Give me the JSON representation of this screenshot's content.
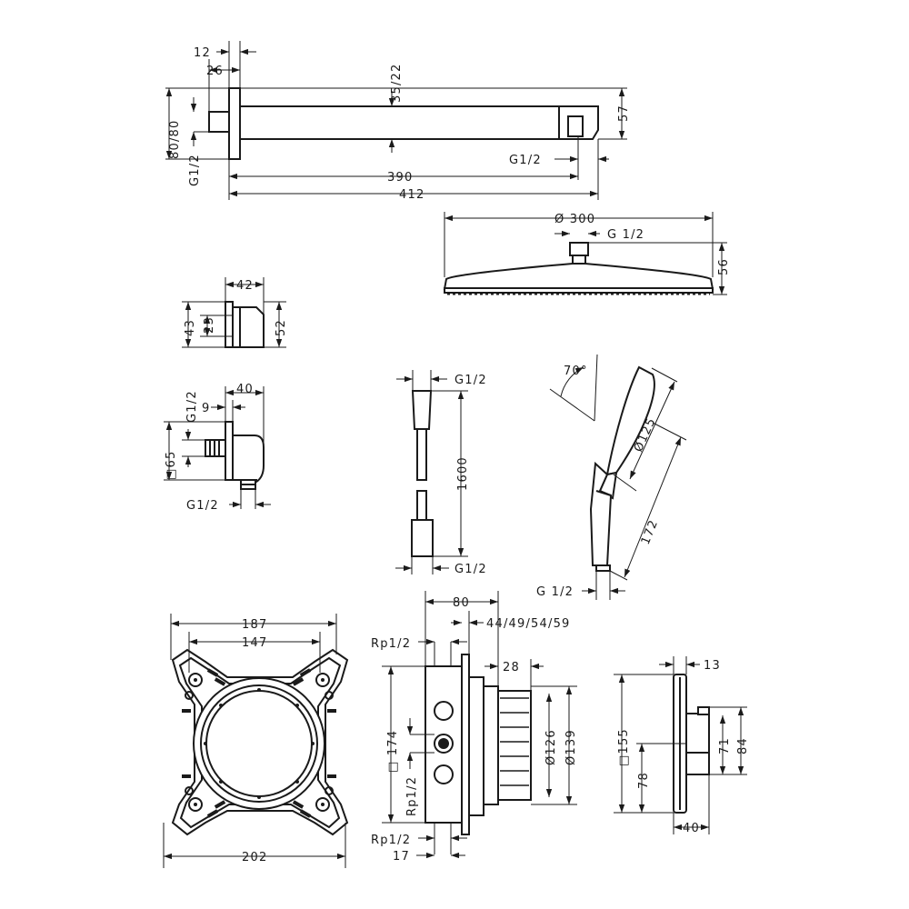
{
  "dims": {
    "arm": {
      "d12": "12",
      "d26": "26",
      "d35_22": "35/22",
      "d80_80": "80/80",
      "g12_left": "G1/2",
      "g12_right": "G1/2",
      "d57": "57",
      "d390": "390",
      "d412": "412"
    },
    "overhead": {
      "d300": "Ø 300",
      "g12": "G 1/2",
      "d56": "56"
    },
    "bracket": {
      "d42": "42",
      "d43": "43",
      "d23": "23",
      "d52": "52"
    },
    "elbow": {
      "g12_top": "G1/2",
      "d9": "9",
      "d40": "40",
      "d65": "□65",
      "g12_bottom": "G1/2"
    },
    "hose": {
      "g12_top": "G1/2",
      "d1600": "1600",
      "g12_bottom": "G1/2"
    },
    "handshower": {
      "a70": "70°",
      "d125": "Ø125",
      "d172": "172",
      "g12": "G 1/2"
    },
    "frame": {
      "d187": "187",
      "d147": "147",
      "d202": "202"
    },
    "box": {
      "d80": "80",
      "d44_59": "44/49/54/59",
      "rp_top": "Rp1/2",
      "d28": "28",
      "d174": "□ 174",
      "d126": "Ø126",
      "d139": "Ø139",
      "rp_mid": "Rp1/2",
      "rp_bottom": "Rp1/2",
      "d17": "17"
    },
    "trim": {
      "d13": "13",
      "d155": "□155",
      "d78": "78",
      "d71": "71",
      "d84": "84",
      "d40": "40"
    }
  }
}
